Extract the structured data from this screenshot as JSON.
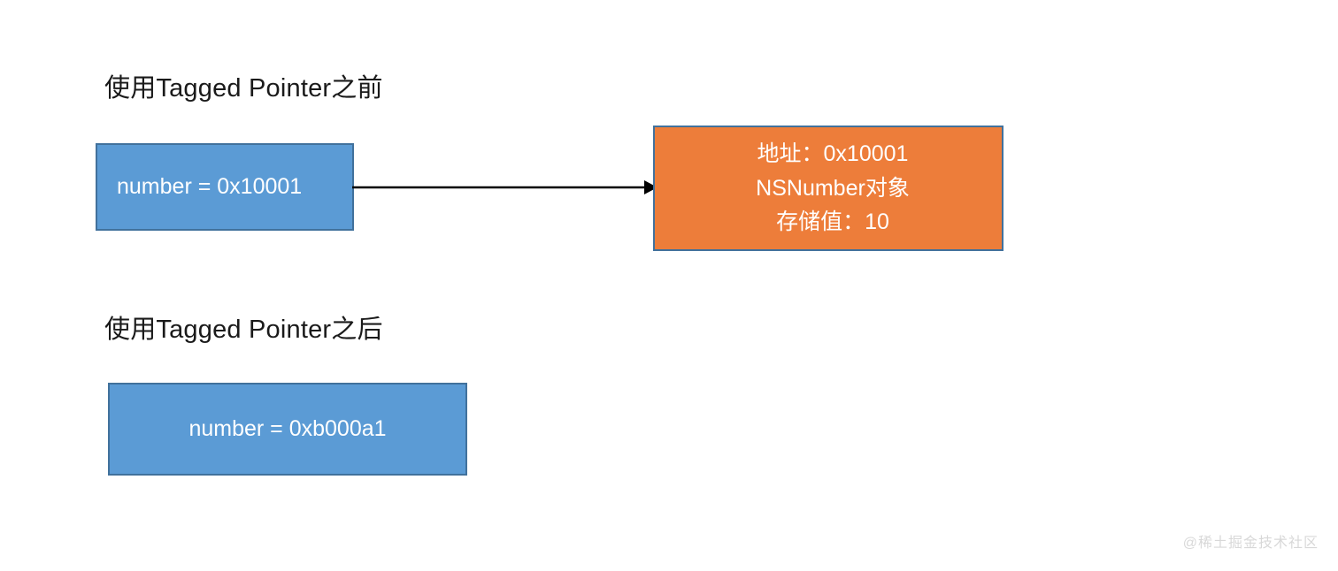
{
  "sections": {
    "before": {
      "heading": "使用Tagged Pointer之前",
      "pointer_box_label": "number = 0x10001",
      "object_box": {
        "address_line": "地址：0x10001",
        "type_line": "NSNumber对象",
        "value_line": "存储值：10"
      }
    },
    "after": {
      "heading": "使用Tagged Pointer之后",
      "pointer_box_label": "number = 0xb000a1"
    }
  },
  "arrow": {
    "name": "pointer-reference-arrow",
    "direction": "right"
  },
  "watermark": {
    "text": "@稀土掘金技术社区"
  },
  "colors": {
    "blue_fill": "#5b9bd5",
    "orange_fill": "#ed7d3a",
    "box_border": "#41719c",
    "heading_text": "#1a1a1a",
    "box_text": "#ffffff",
    "arrow": "#000000",
    "watermark": "#d8d8d8",
    "background": "#ffffff"
  }
}
